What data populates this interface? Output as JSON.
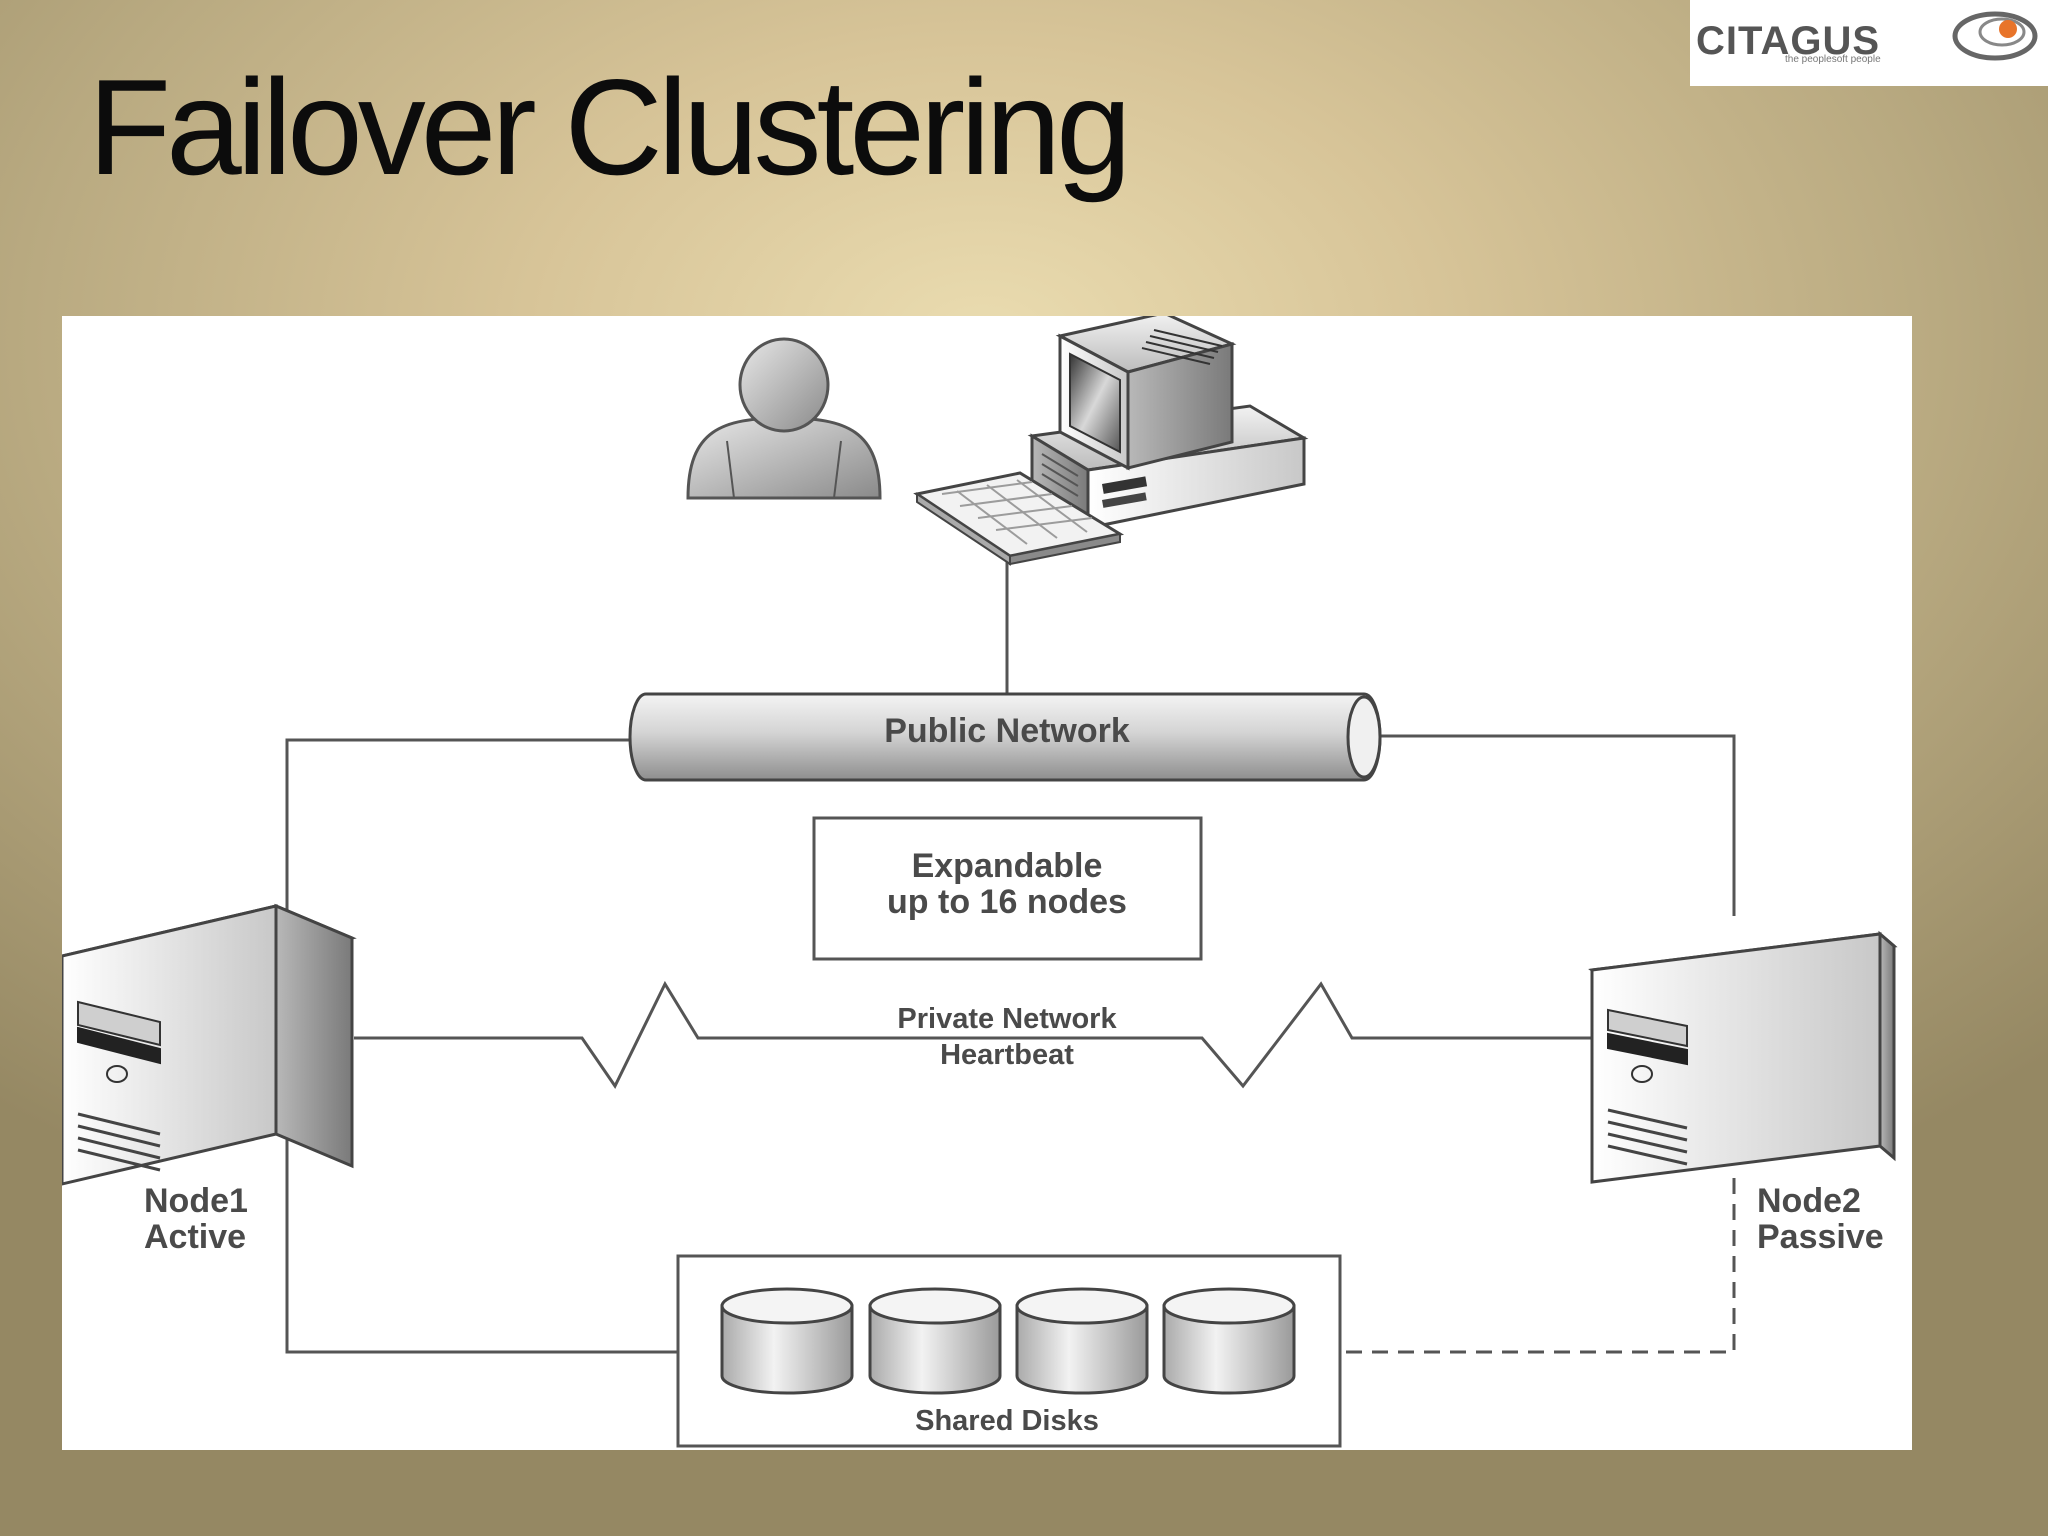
{
  "slide": {
    "title": "Failover Clustering"
  },
  "logo": {
    "brand": "CITAGUS",
    "tagline": "the peoplesoft people"
  },
  "diagram": {
    "public_network": "Public Network",
    "expandable_line1": "Expandable",
    "expandable_line2": "up to 16 nodes",
    "private_network_line1": "Private Network",
    "private_network_line2": "Heartbeat",
    "node1_name": "Node1",
    "node1_state": "Active",
    "node2_name": "Node2",
    "node2_state": "Passive",
    "shared_disks": "Shared Disks"
  },
  "colors": {
    "logo_accent": "#e8742a",
    "logo_text": "#555555"
  }
}
